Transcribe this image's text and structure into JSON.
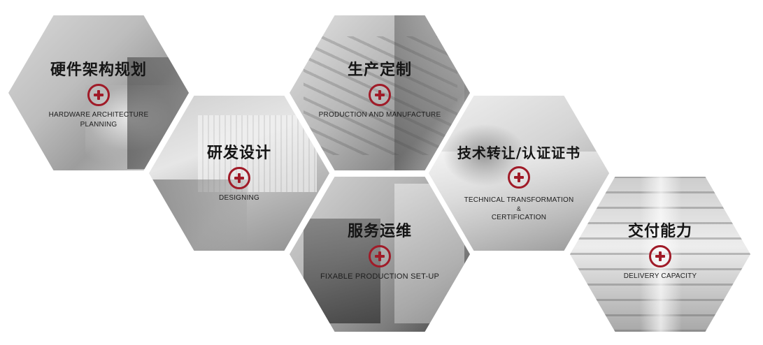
{
  "hexagons": [
    {
      "id": "hardware",
      "title": "硬件架构规划",
      "subtitle_lines": [
        "HARDWARE ARCHITECTURE",
        "PLANNING"
      ]
    },
    {
      "id": "designing",
      "title": "研发设计",
      "subtitle_lines": [
        "DESIGNING"
      ]
    },
    {
      "id": "production",
      "title": "生产定制",
      "subtitle_lines": [
        "PRODUCTION AND MANUFACTURE"
      ]
    },
    {
      "id": "tech",
      "title": "技术转让/认证证书",
      "subtitle_lines": [
        "TECHNICAL TRANSFORMATION",
        "&",
        "CERTIFICATION"
      ]
    },
    {
      "id": "service",
      "title": "服务运维",
      "subtitle_lines": [
        "FIXABLE PRODUCTION SET-UP"
      ]
    },
    {
      "id": "delivery",
      "title": "交付能力",
      "subtitle_lines": [
        "DELIVERY CAPACITY"
      ]
    }
  ],
  "icons": {
    "expand": "plus-circle-icon"
  },
  "colors": {
    "accent": "#a01b28",
    "text": "#151515"
  }
}
